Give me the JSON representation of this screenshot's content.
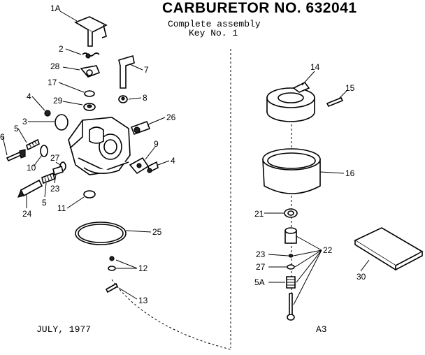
{
  "header": {
    "title": "CARBURETOR NO. 632041",
    "subtitle_line1": "Complete assembly",
    "subtitle_line2": "Key No. 1"
  },
  "footer": {
    "date": "JULY, 1977",
    "code": "A3"
  },
  "callouts": {
    "c1a": "1A",
    "c2": "2",
    "c28": "28",
    "c17": "17",
    "c29": "29",
    "c4a": "4",
    "c3": "3",
    "c5a": "5",
    "c6": "6",
    "c10": "10",
    "c27a": "27",
    "c23a": "23",
    "c24": "24",
    "c5b": "5",
    "c11": "11",
    "c7": "7",
    "c8": "8",
    "c26": "26",
    "c9": "9",
    "c4b": "4",
    "c25": "25",
    "c12": "12",
    "c13": "13",
    "c14": "14",
    "c15": "15",
    "c16": "16",
    "c21": "21",
    "c22": "22",
    "c23b": "23",
    "c27b": "27",
    "c5ab": "5A",
    "c30": "30"
  }
}
